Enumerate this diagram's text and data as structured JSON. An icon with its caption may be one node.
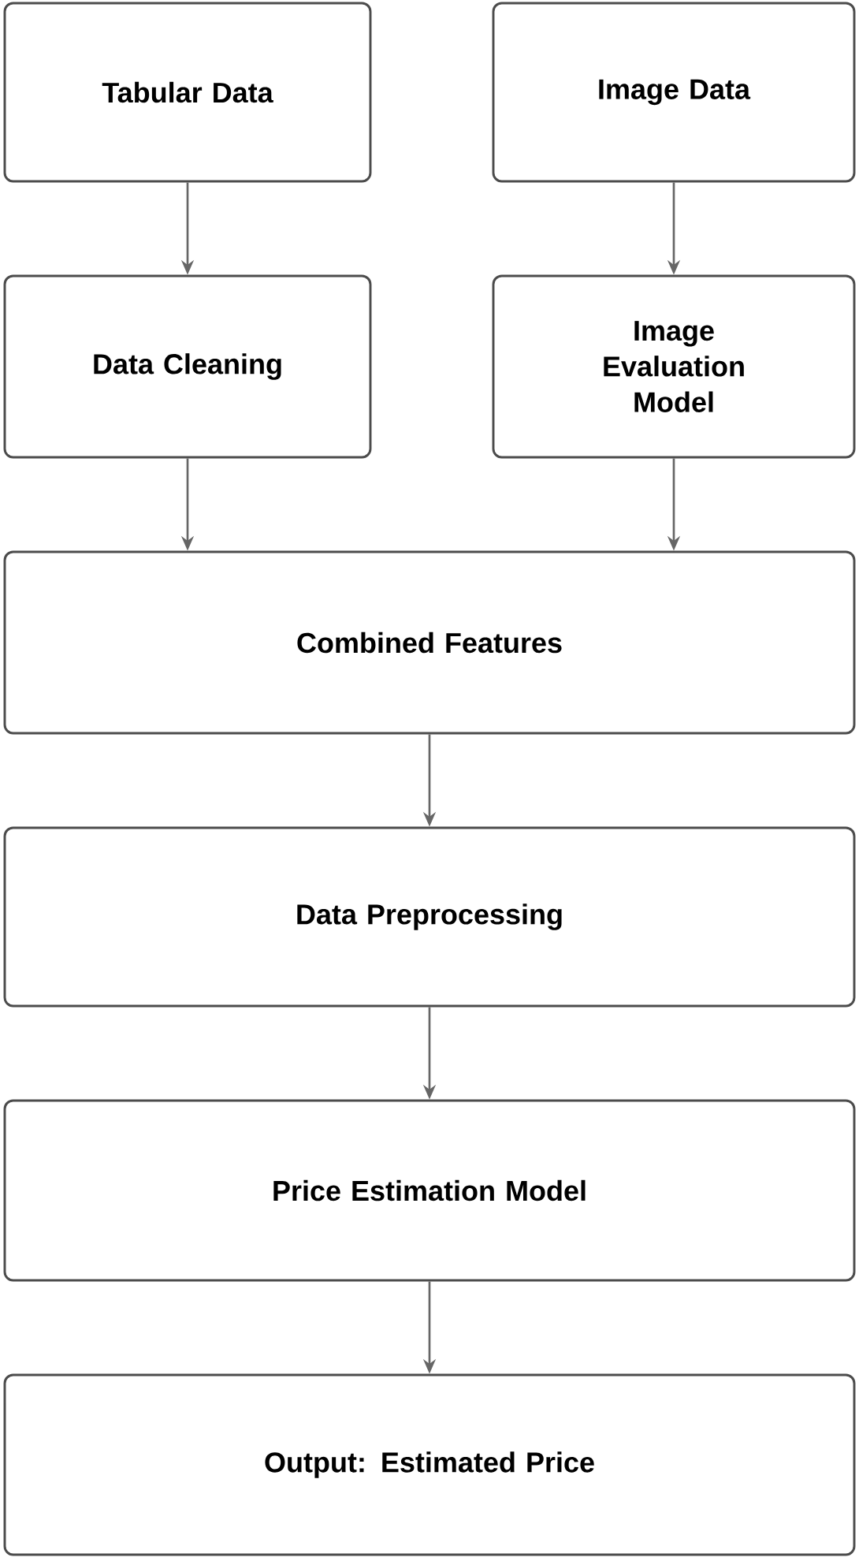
{
  "diagram": {
    "nodes": [
      {
        "text": [
          "Tabular Data"
        ]
      },
      {
        "text": [
          "Image Data"
        ]
      },
      {
        "text": [
          "Data Cleaning"
        ]
      },
      {
        "text": [
          "Image Evaluation Model"
        ]
      },
      {
        "text": [
          "Combined Features"
        ]
      },
      {
        "text": [
          "Data Preprocessing"
        ]
      },
      {
        "text": [
          "Price Estimation Model"
        ]
      },
      {
        "text": [
          "Output: Estimated Price"
        ]
      }
    ],
    "edges": [
      {
        "from": 0,
        "to": 2,
        "arrow": "to"
      },
      {
        "from": 1,
        "to": 3,
        "arrow": "to"
      },
      {
        "from": 2,
        "to": 4,
        "arrow": "to"
      },
      {
        "from": 3,
        "to": 4,
        "arrow": "to"
      },
      {
        "from": 4,
        "to": 5,
        "arrow": "to"
      },
      {
        "from": 5,
        "to": 6,
        "arrow": "to"
      },
      {
        "from": 6,
        "to": 7,
        "arrow": "to"
      }
    ]
  }
}
